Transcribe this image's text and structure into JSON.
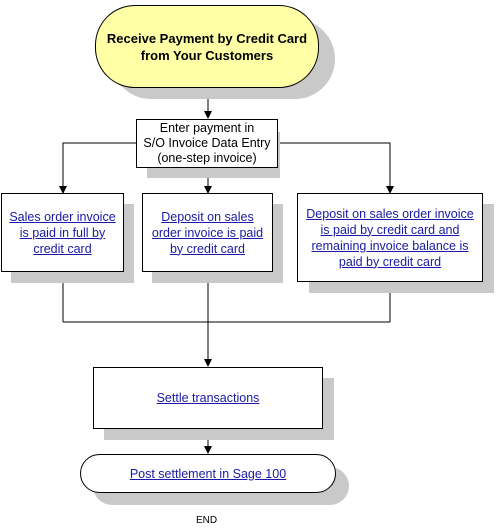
{
  "start": {
    "line1": "Receive Payment by Credit Card",
    "line2": "from Your Customers"
  },
  "entry": {
    "line1": "Enter payment in",
    "line2": "S/O Invoice Data Entry",
    "line3": "(one-step invoice)"
  },
  "branches": [
    {
      "line1": "Sales order invoice",
      "line2": "is paid in full by",
      "line3": "credit card"
    },
    {
      "line1": "Deposit on sales",
      "line2": "order invoice is paid",
      "line3": "by credit card"
    },
    {
      "line1": "Deposit on sales order invoice",
      "line2": "is paid by credit card and",
      "line3": "remaining invoice balance is",
      "line4": "paid by credit card"
    }
  ],
  "settle": {
    "label": "Settle transactions"
  },
  "post": {
    "label": "Post settlement in Sage 100"
  },
  "end": {
    "label": "END"
  },
  "colors": {
    "start_fill": "#ffffa6",
    "link": "#1a1aa6",
    "shadow": "#c9c9c9"
  }
}
